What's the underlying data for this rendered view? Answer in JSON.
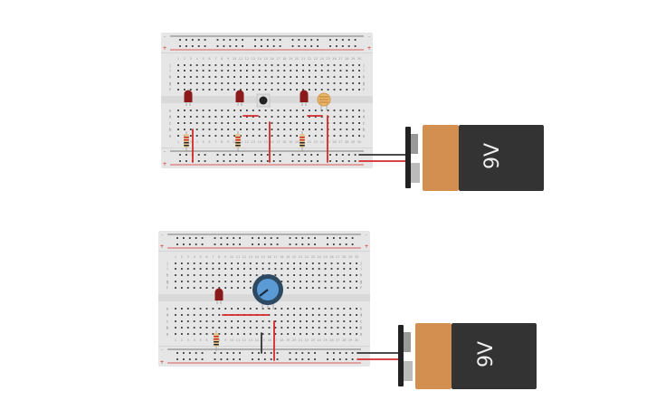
{
  "breadboards": [
    {
      "id": "breadboard-1",
      "columns": 30,
      "row_letters_top": [
        "j",
        "i",
        "h",
        "g",
        "f"
      ],
      "row_letters_bottom": [
        "e",
        "d",
        "c",
        "b",
        "a"
      ],
      "rail_minus": "-",
      "rail_plus": "+"
    },
    {
      "id": "breadboard-2",
      "columns": 30,
      "row_letters_top": [
        "j",
        "i",
        "h",
        "g",
        "f"
      ],
      "row_letters_bottom": [
        "e",
        "d",
        "c",
        "b",
        "a"
      ],
      "rail_minus": "-",
      "rail_plus": "+"
    }
  ],
  "batteries": [
    {
      "label": "9V"
    },
    {
      "label": "9V"
    }
  ],
  "colors": {
    "board": "#e6e6e6",
    "hole": "#333333",
    "wire_red": "#d42a2a",
    "wire_black": "#333333",
    "led": "#8b1a1a",
    "battery_copper": "#d38f4f",
    "battery_body": "#333333",
    "pot": "#5b9bd5"
  }
}
